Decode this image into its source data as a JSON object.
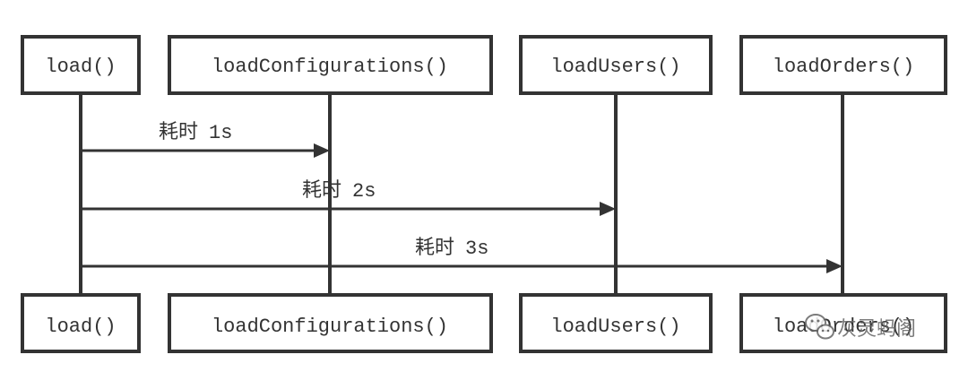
{
  "participants": [
    {
      "id": "load",
      "label": "load()"
    },
    {
      "id": "loadConfigurations",
      "label": "loadConfigurations()"
    },
    {
      "id": "loadUsers",
      "label": "loadUsers()"
    },
    {
      "id": "loadOrders",
      "label": "loadOrders()"
    }
  ],
  "messages": [
    {
      "from": "load",
      "to": "loadConfigurations",
      "label": "耗时",
      "duration": "1s"
    },
    {
      "from": "load",
      "to": "loadUsers",
      "label": "耗时",
      "duration": "2s"
    },
    {
      "from": "load",
      "to": "loadOrders",
      "label": "耗时",
      "duration": "3s"
    }
  ],
  "watermark": {
    "text": "灰灵蚂阁",
    "icon": "wechat-icon"
  },
  "colors": {
    "line": "#333333",
    "box_fill": "#ffffff"
  }
}
